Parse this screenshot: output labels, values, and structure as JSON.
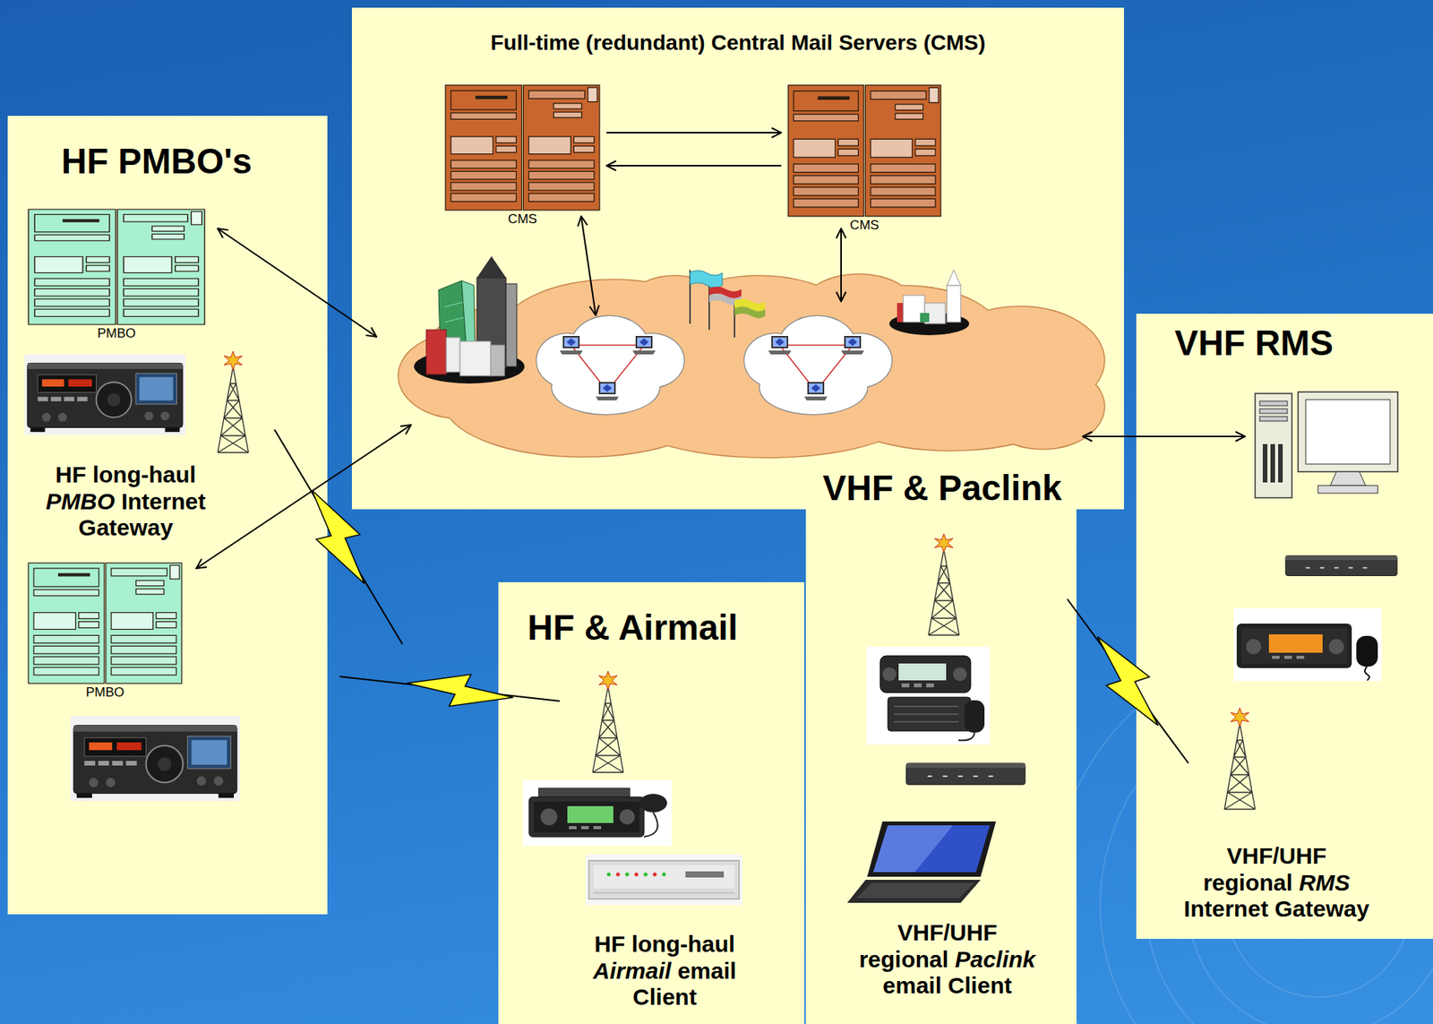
{
  "diagram": {
    "nodes": [
      {
        "text": [
          "Full-time (redundant) Central Mail Servers (CMS)"
        ]
      },
      {
        "text": [
          "CMS"
        ],
        "in": 0
      },
      {
        "text": [
          "CMS"
        ],
        "in": 0
      },
      {
        "text": [
          "HF PMBO's",
          "HF long-haul PMBO Internet Gateway"
        ]
      },
      {
        "text": [
          "PMBO"
        ],
        "in": 3
      },
      {
        "text": [
          "PMBO"
        ],
        "in": 3
      },
      {
        "text": [
          "HF & Airmail",
          "HF long-haul Airmail email Client"
        ]
      },
      {
        "text": [
          "VHF & Paclink",
          "VHF/UHF regional Paclink email Client"
        ]
      },
      {
        "text": [
          "VHF RMS",
          "VHF/UHF regional RMS Internet Gateway"
        ]
      }
    ],
    "edges": [
      {
        "from": 1,
        "to": 2,
        "arrow": "to"
      },
      {
        "from": 2,
        "to": 1,
        "arrow": "to"
      }
    ]
  }
}
